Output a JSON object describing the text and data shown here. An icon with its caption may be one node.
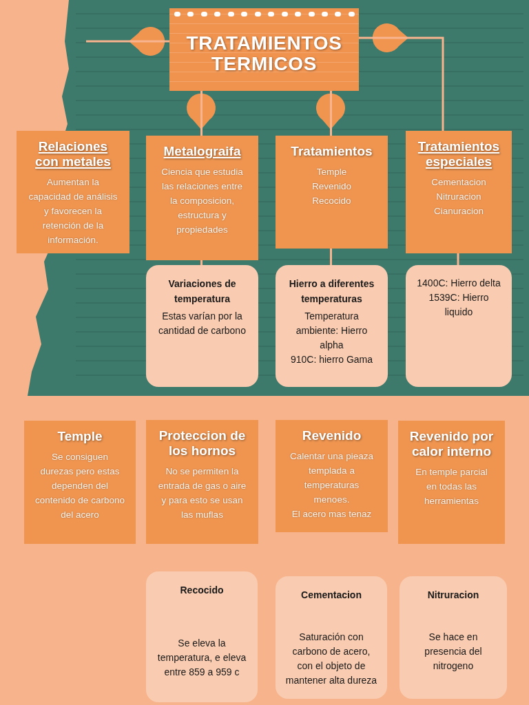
{
  "diagram": {
    "nodes": [
      {
        "text": [
          "TRATAMIENTOS TERMICOS"
        ]
      },
      {
        "text": [
          "Relaciones con metales",
          "Aumentan la capacidad de análisis y favorecen la retención de la información."
        ]
      },
      {
        "text": [
          "Metalograifa",
          "Ciencia que estudia las relaciones entre la composicion, estructura y propiedades"
        ]
      },
      {
        "text": [
          "Tratamientos",
          "Temple",
          "Revenido",
          "Recocido"
        ]
      },
      {
        "text": [
          "Tratamientos especiales",
          "Cementacion",
          "Nitruracion",
          "Cianuracion"
        ]
      },
      {
        "text": [
          "Variaciones de temperatura",
          "Estas varían por la cantidad de carbono"
        ]
      },
      {
        "text": [
          "Hierro a diferentes temperaturas",
          "Temperatura ambiente: Hierro alpha",
          "910C: hierro Gama"
        ]
      },
      {
        "text": [
          "1400C: Hierro delta",
          "1539C: Hierro liquido"
        ]
      },
      {
        "text": [
          "Temple",
          "Se consiguen durezas pero estas dependen del contenido de carbono del acero"
        ]
      },
      {
        "text": [
          "Proteccion de los hornos",
          "No se permiten la entrada de gas o aire y para esto se usan las muflas"
        ]
      },
      {
        "text": [
          "Revenido",
          "Calentar una pieaza templada a temperaturas menoes.",
          "El acero mas tenaz"
        ]
      },
      {
        "text": [
          "Revenido por calor interno",
          "En temple parcial en todas las herramientas"
        ]
      },
      {
        "text": [
          "Recocido",
          "Se eleva la temperatura, e eleva entre 859 a 959 c"
        ]
      },
      {
        "text": [
          "Cementacion",
          "Saturación con carbono de acero, con el objeto de mantener alta dureza"
        ]
      },
      {
        "text": [
          "Nitruracion",
          "Se hace en presencia del nitrogeno"
        ]
      }
    ],
    "edges": [
      {
        "from": 0,
        "to": null,
        "arrow": "none"
      },
      {
        "from": 0,
        "to": 2,
        "arrow": "none"
      },
      {
        "from": 0,
        "to": 3,
        "arrow": "none"
      },
      {
        "from": 0,
        "to": 4,
        "arrow": "none"
      },
      {
        "from": 2,
        "to": 5,
        "arrow": "none"
      },
      {
        "from": 3,
        "to": 6,
        "arrow": "none"
      },
      {
        "from": 4,
        "to": 7,
        "arrow": "none"
      }
    ]
  }
}
